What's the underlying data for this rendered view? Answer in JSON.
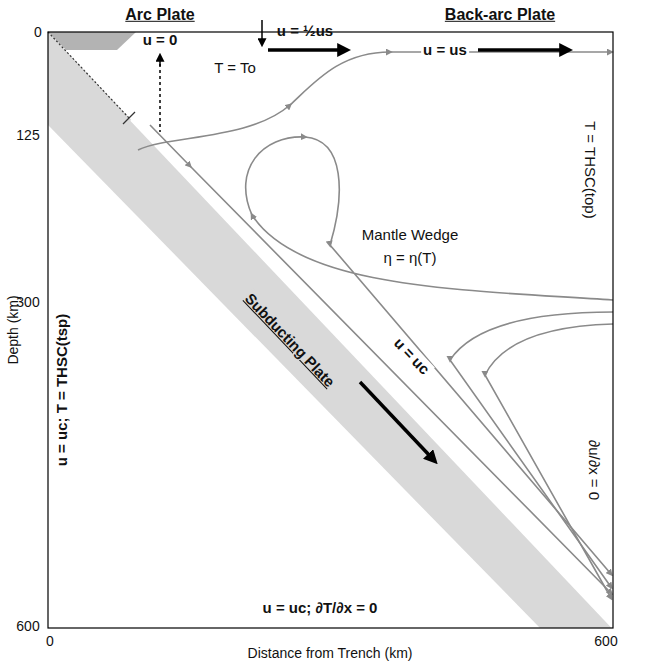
{
  "diagram": {
    "labels": [
      "Arc Plate",
      "u = 0",
      "u = ½us",
      "Back-arc Plate",
      "u = us",
      "T = To",
      "T = THSC(top)",
      "Mantle Wedge",
      "η = η(T)",
      "u = uc",
      "Subducting Plate",
      "∂u/∂x = 0",
      "u = uc; T = THSC(tsp)",
      "u = uc; ∂T/∂x = 0",
      "0",
      "125",
      "300",
      "600",
      "0",
      "600",
      "Depth (km)",
      "Distance from Trench (km)"
    ]
  }
}
